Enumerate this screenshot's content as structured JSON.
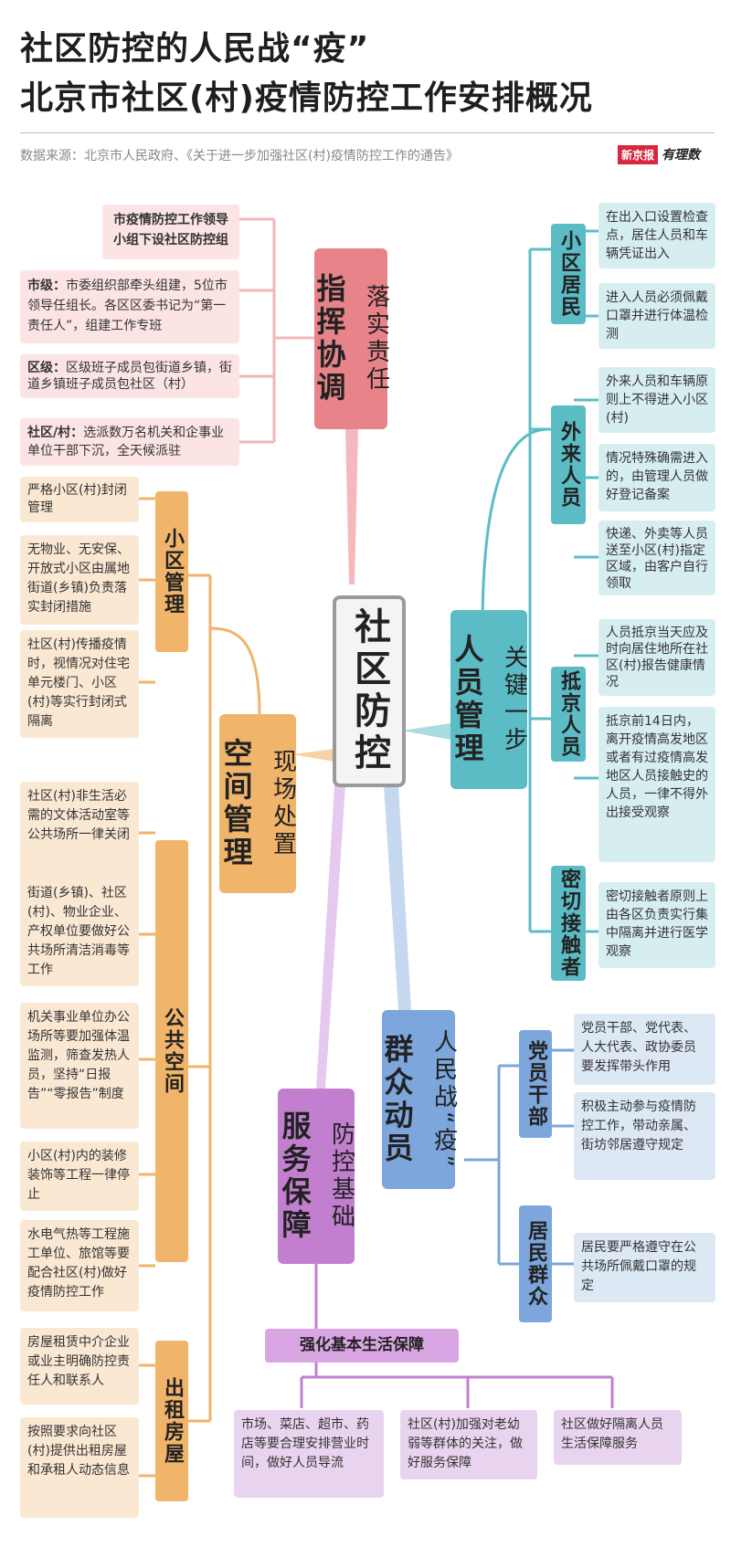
{
  "title_line1": "社区防控的人民战“疫”",
  "title_line2": "北京市社区(村)疫情防控工作安排概况",
  "source": "数据来源：北京市人民政府、《关于进一步加强社区(村)疫情防控工作的通告》",
  "brand": {
    "red": "新京报",
    "sub": "有理数"
  },
  "center": "社区防控",
  "command": {
    "main": "指挥协调",
    "sub": "落实责任",
    "items": [
      {
        "label": "",
        "text": "市疫情防控工作领导小组下设社区防控组"
      },
      {
        "label": "市级：",
        "text": "市委组织部牵头组建，5位市领导任组长。各区区委书记为“第一责任人”，组建工作专班"
      },
      {
        "label": "区级：",
        "text": "区级班子成员包街道乡镇，街道乡镇班子成员包社区（村）"
      },
      {
        "label": "社区/村：",
        "text": "选派数万名机关和企事业单位干部下沉，全天候派驻"
      }
    ]
  },
  "personnel": {
    "main": "人员管理",
    "sub": "关键一步",
    "groups": [
      {
        "name": "小区居民",
        "items": [
          "在出入口设置检查点，居住人员和车辆凭证出入",
          "进入人员必须佩戴口罩并进行体温检测"
        ]
      },
      {
        "name": "外来人员",
        "items": [
          "外来人员和车辆原则上不得进入小区(村)",
          "情况特殊确需进入的，由管理人员做好登记备案",
          "快递、外卖等人员送至小区(村)指定区域，由客户自行领取"
        ]
      },
      {
        "name": "抵京人员",
        "items": [
          "人员抵京当天应及时向居住地所在社区(村)报告健康情况",
          "抵京前14日内，离开疫情高发地区或者有过疫情高发地区人员接触史的人员，一律不得外出接受观察"
        ]
      },
      {
        "name": "密切接触者",
        "items": [
          "密切接触者原则上由各区负责实行集中隔离并进行医学观察"
        ]
      }
    ]
  },
  "space": {
    "main": "空间管理",
    "sub": "现场处置",
    "groups": [
      {
        "name": "小区管理",
        "items": [
          "严格小区(村)封闭管理",
          "无物业、无安保、开放式小区由属地街道(乡镇)负责落实封闭措施",
          "社区(村)传播疫情时，视情况对住宅单元楼门、小区(村)等实行封闭式隔离"
        ]
      },
      {
        "name": "公共空间",
        "items": [
          "社区(村)非生活必需的文体活动室等公共场所一律关闭",
          "街道(乡镇)、社区(村)、物业企业、产权单位要做好公共场所清洁消毒等工作",
          "机关事业单位办公场所等要加强体温监测，筛查发热人员，坚持“日报告”“零报告”制度",
          "小区(村)内的装修装饰等工程一律停止",
          "水电气热等工程施工单位、旅馆等要配合社区(村)做好疫情防控工作"
        ]
      },
      {
        "name": "出租房屋",
        "items": [
          "房屋租赁中介企业或业主明确防控责任人和联系人",
          "按照要求向社区(村)提供出租房屋和承租人动态信息"
        ]
      }
    ]
  },
  "mobilize": {
    "main": "群众动员",
    "sub": "人民战“疫”",
    "groups": [
      {
        "name": "党员干部",
        "items": [
          "党员干部、党代表、人大代表、政协委员要发挥带头作用",
          "积极主动参与疫情防控工作，带动亲属、街坊邻居遵守规定"
        ]
      },
      {
        "name": "居民群众",
        "items": [
          "居民要严格遵守在公共场所佩戴口罩的规定"
        ]
      }
    ]
  },
  "service": {
    "main": "服务保障",
    "sub": "防控基础",
    "header": "强化基本生活保障",
    "items": [
      "市场、菜店、超市、药店等要合理安排营业时间，做好人员导流",
      "社区(村)加强对老幼弱等群体的关注，做好服务保障",
      "社区做好隔离人员生活保障服务"
    ]
  },
  "colors": {
    "command": "#e8838a",
    "personnel": "#5cbcc6",
    "space": "#f0b46a",
    "mobilize": "#7ca6dc",
    "service": "#c27fcf",
    "center_border": "#9a9a9a"
  }
}
